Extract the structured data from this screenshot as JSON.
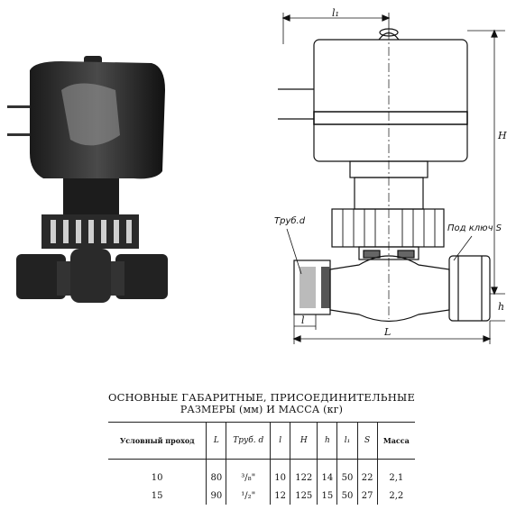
{
  "drawing": {
    "dim_l1": "l₁",
    "dim_H": "H",
    "dim_h": "h",
    "dim_L": "L",
    "dim_l": "l",
    "label_pipe": "Труб.d",
    "label_wrench": "Под ключ S"
  },
  "heading": {
    "line1": "ОСНОВНЫЕ ГАБАРИТНЫЕ, ПРИСОЕДИНИТЕЛЬНЫЕ",
    "line2": "РАЗМЕРЫ (мм) И МАССА (кг)"
  },
  "table": {
    "headers": [
      "Условный проход",
      "L",
      "Труб. d",
      "l",
      "H",
      "h",
      "l₁",
      "S",
      "Масса"
    ],
    "rows": [
      [
        "10",
        "80",
        "³/₈\"",
        "10",
        "122",
        "14",
        "50",
        "22",
        "2,1"
      ],
      [
        "15",
        "90",
        "¹/₂\"",
        "12",
        "125",
        "15",
        "50",
        "27",
        "2,2"
      ]
    ]
  }
}
